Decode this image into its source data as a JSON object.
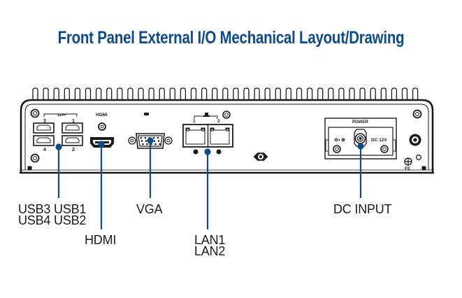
{
  "title": "Front Panel External I/O Mechanical Layout/Drawing",
  "colors": {
    "title": "#0d4a8a",
    "callout_line": "#0d4a8a",
    "drawing": "#1a1a1a",
    "label": "#1a1a1a"
  },
  "panel_markings": {
    "usb_numbers": [
      "3",
      "1",
      "4",
      "2"
    ],
    "usb_symbol": "ss⊷",
    "hdmi": "HDMI",
    "vga_symbol": "▭",
    "lan_numbers": [
      "1",
      "2"
    ],
    "lan_symbol": "品",
    "power": "POWER",
    "polarity": "⊖◐⊕",
    "dc_rating": "DC 12V",
    "fe": "FE"
  },
  "callouts": {
    "usb": [
      "USB3 USB1",
      "USB4 USB2"
    ],
    "hdmi": "HDMI",
    "vga": "VGA",
    "lan": [
      "LAN1",
      "LAN2"
    ],
    "dc_input": "DC INPUT"
  }
}
